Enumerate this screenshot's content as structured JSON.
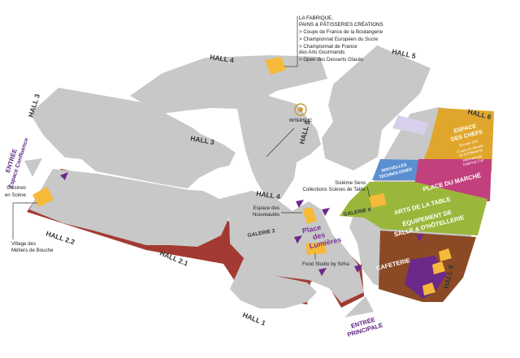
{
  "halls": {
    "hall4_top": "HALL 4",
    "hall5": "HALL 5",
    "hall3": "HALL 3",
    "hall3_mid": "HALL 3",
    "hall4_mid": "HALL 4",
    "hall5_vert": "HALL 5",
    "hall22": "HALL 2.2",
    "hall21": "HALL 2.1",
    "hall1": "HALL 1",
    "hall6_top": "HALL 6",
    "hall6_side": "HALL 6"
  },
  "galleries": {
    "galerie2": "GALERIE 2",
    "galerie6": "GALERIE 6"
  },
  "place_lumieres": [
    "Place",
    "des",
    "Lumières"
  ],
  "entrances": {
    "confluence": [
      "ENTRÉE",
      "Espace Confluence"
    ],
    "principale": [
      "ENTRÉE",
      "PRINCIPALE"
    ]
  },
  "zones": {
    "espace_chefs": [
      "ESPACE",
      "DES CHEFS"
    ],
    "espace_chefs_sub": [
      "Bocuse d'Or",
      "Coupe du Monde",
      "de la Pâtisserie",
      "International",
      "Catering Cup"
    ],
    "nouvelles_tech": [
      "NOUVELLES",
      "TECHNOLOGIES"
    ],
    "place_marche": "PLACE DU MARCHÉ",
    "arts_table": "ARTS DE LA TABLE",
    "equipement": [
      "ÉQUIPEMENT DE",
      "SALLE & D'HÔTELLERIE"
    ],
    "cafeteria": "CAFETERIE"
  },
  "annotations": {
    "fabrique_title": [
      "LA FABRIQUE,",
      "PAINS & PÂTISSERIES CRÉATIONS"
    ],
    "fabrique_items": [
      "> Coupe de France de la Boulangerie",
      "> Championnat Européen du Sucre",
      "> Championnat de France",
      "   des Arts Gourmands",
      "> Open des Desserts Glacés"
    ],
    "systeme_sens": [
      "Sixième Sens",
      "Collections Scènes de Table"
    ],
    "espace_nouveautes": [
      "Espace des",
      "Nouveautés"
    ],
    "food_studio": "Food Studio by Sirha",
    "cuisines_scene": [
      "Cuisines",
      "en Scène"
    ],
    "village_metiers": [
      "Village des",
      "Métiers de Bouche"
    ],
    "intersuc_logo": "INTERSUC"
  },
  "colors": {
    "hall_gray": "#c8c8c8",
    "hall_shadow": "#a23a32",
    "accent_yellow": "#f6b93a",
    "purple": "#6b2a8a",
    "chefs_gold": "#e0a62b",
    "place_marche_magenta": "#c2407e",
    "arts_table_green": "#9ab73b",
    "nouvelles_tech_blue": "#5b8fd0",
    "cafeteria_brown": "#8b4a25",
    "galerie_lavender": "#d8d0ea"
  }
}
